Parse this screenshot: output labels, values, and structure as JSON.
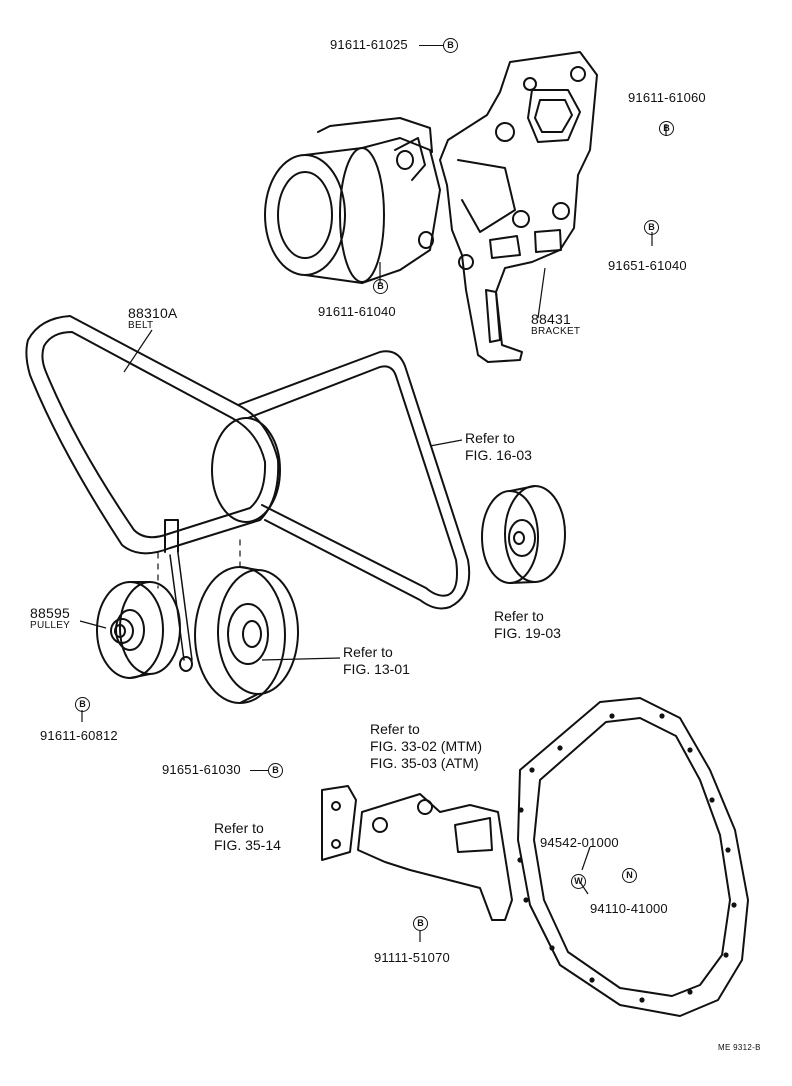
{
  "colors": {
    "ink": "#111111",
    "paper": "#ffffff"
  },
  "parts": {
    "bolt_top": "91611-61025",
    "bolt_top_right": "91611-61060",
    "bolt_right": "91651-61040",
    "bolt_compressor": "91611-61040",
    "bracket_number": "88431",
    "bracket_name": "BRACKET",
    "belt_number": "88310A",
    "belt_name": "BELT",
    "pulley_number": "88595",
    "pulley_name": "PULLEY",
    "bolt_pulley": "91611-60812",
    "bolt_lower_left": "91651-61030",
    "bolt_lower_bracket": "91111-51070",
    "plug_w": "94542-01000",
    "nut_n": "94110-41000"
  },
  "marks": {
    "b": "B",
    "w": "W",
    "n": "N"
  },
  "references": {
    "ref_16_03": [
      "Refer to",
      "FIG. 16-03"
    ],
    "ref_19_03": [
      "Refer to",
      "FIG. 19-03"
    ],
    "ref_13_01": [
      "Refer to",
      "FIG. 13-01"
    ],
    "ref_35_14": [
      "Refer to",
      "FIG. 35-14"
    ],
    "ref_33_02": [
      "Refer to",
      "FIG. 33-02 (MTM)",
      "FIG. 35-03 (ATM)"
    ]
  },
  "footer": {
    "code": "ME 9312-B"
  }
}
